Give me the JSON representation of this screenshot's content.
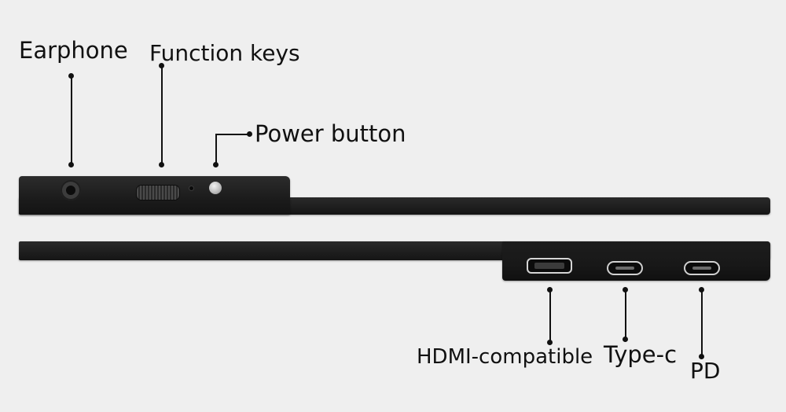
{
  "labels": {
    "earphone": "Earphone",
    "function_keys": "Function keys",
    "power_button": "Power button",
    "hdmi": "HDMI-compatible",
    "type_c": "Type-c",
    "pd": "PD"
  },
  "colors": {
    "background": "#efefef",
    "device_body": "#1a1a1a",
    "label_text": "#111111",
    "port_rim": "#d0d0d0"
  }
}
